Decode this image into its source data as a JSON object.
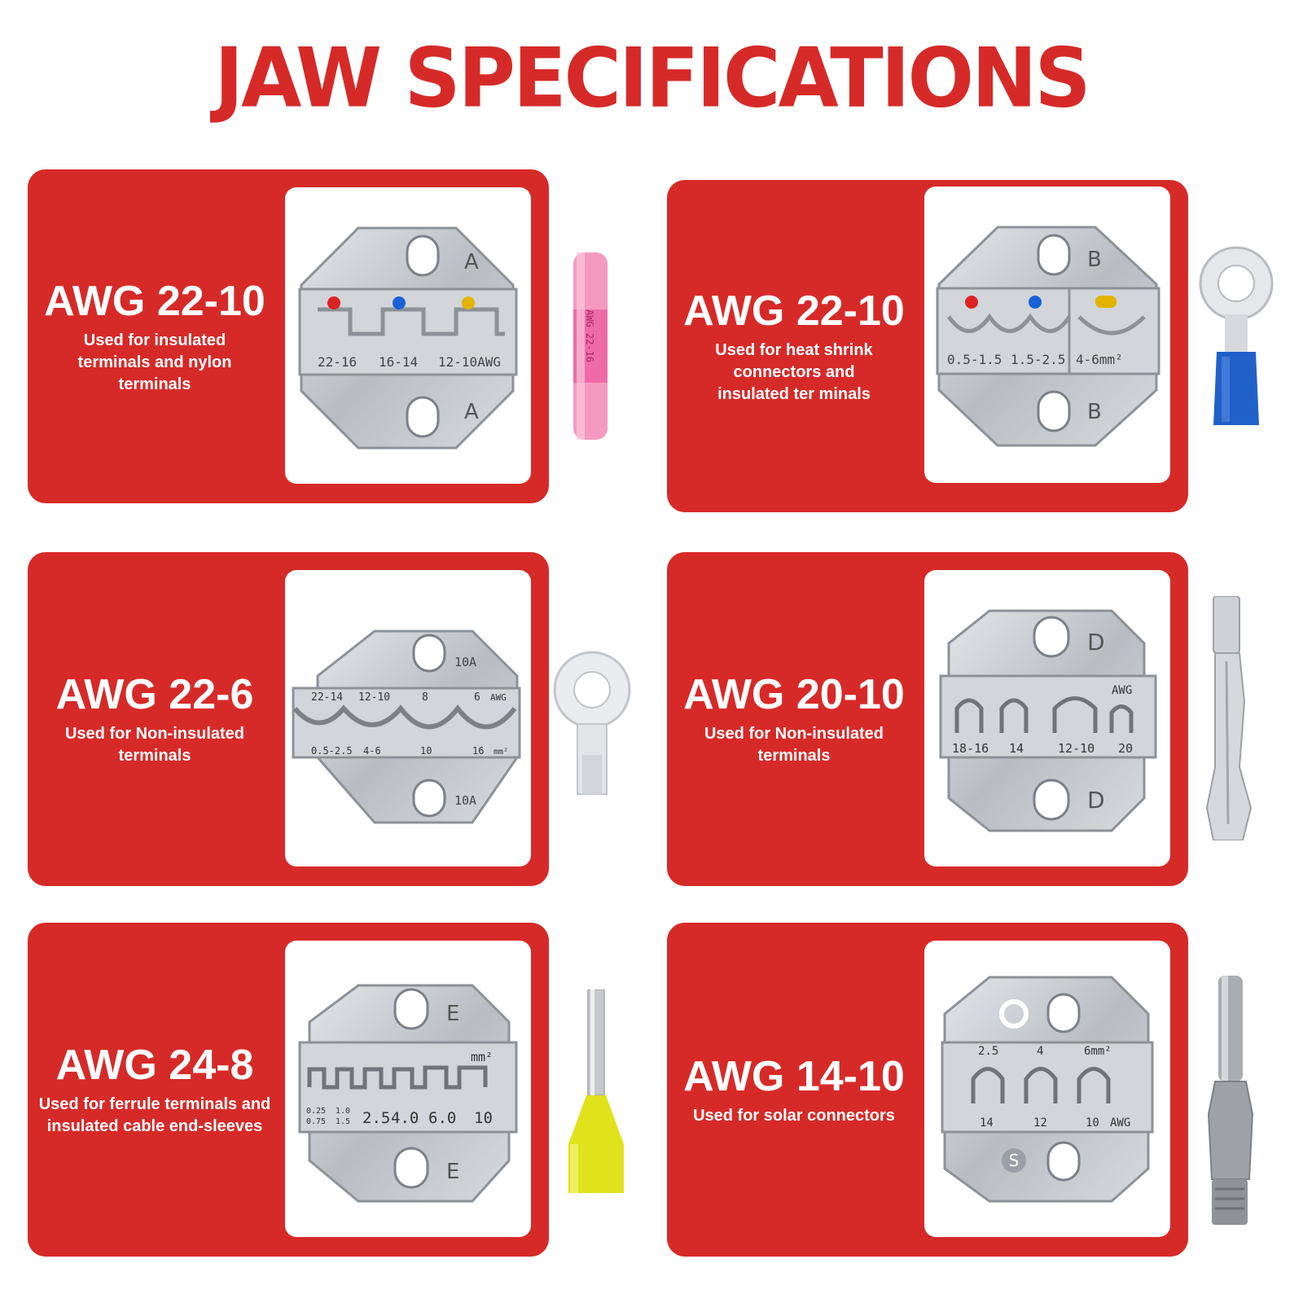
{
  "title": "JAW SPECIFICATIONS",
  "colors": {
    "brand_red": "#d62a28",
    "steel": "#c9ccd1",
    "steel_dark": "#8d9299"
  },
  "cards": [
    {
      "awg": "AWG 22-10",
      "description": "Used for insulated terminals and nylon terminals",
      "jaw": {
        "letter": "A",
        "labels": [
          "22-16",
          "16-14",
          "12-10AWG"
        ]
      },
      "part": {
        "type": "heat-shrink-butt-connector",
        "text": "AWG 22-16"
      }
    },
    {
      "awg": "AWG 22-10",
      "description": "Used for heat shrink connectors and insulated ter minals",
      "jaw": {
        "letter": "B",
        "labels": [
          "0.5-1.5",
          "1.5-2.5",
          "4-6mm²"
        ]
      },
      "part": {
        "type": "insulated-ring-terminal"
      }
    },
    {
      "awg": "AWG 22-6",
      "description": "Used for Non-insulated terminals",
      "jaw": {
        "letter": "10A",
        "top_labels": [
          "22-14",
          "12-10",
          "8",
          "6",
          "AWG"
        ],
        "bottom_labels": [
          "0.5-2.5",
          "4-6",
          "10",
          "16",
          "mm²"
        ]
      },
      "part": {
        "type": "non-insulated-ring-terminal"
      }
    },
    {
      "awg": "AWG 20-10",
      "description": "Used for Non-insulated terminals",
      "jaw": {
        "letter": "D",
        "unit": "AWG",
        "labels": [
          "18-16",
          "14",
          "12-10",
          "20"
        ]
      },
      "part": {
        "type": "open-barrel-terminal"
      }
    },
    {
      "awg": "AWG 24-8",
      "description": "Used for ferrule terminals and insulated cable end-sleeves",
      "jaw": {
        "letter": "E",
        "unit": "mm²",
        "small_labels": [
          "0.25",
          "0.75",
          "1.0",
          "1.5"
        ],
        "labels": [
          "2.5",
          "4.0",
          "6.0",
          "10"
        ]
      },
      "part": {
        "type": "ferrule"
      }
    },
    {
      "awg": "AWG 14-10",
      "description": "Used for solar connectors",
      "jaw": {
        "letter": "S",
        "top_labels": [
          "2.5",
          "4",
          "6mm²"
        ],
        "bottom_labels": [
          "14",
          "12",
          "10",
          "AWG"
        ]
      },
      "part": {
        "type": "solar-pin-contact"
      }
    }
  ]
}
